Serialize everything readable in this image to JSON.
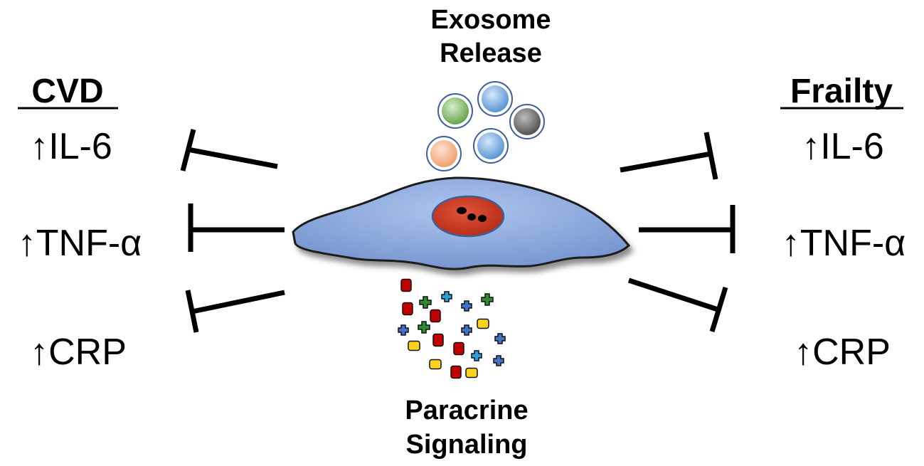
{
  "diagram": {
    "top_label": {
      "line1": "Exosome",
      "line2": "Release"
    },
    "bottom_label": {
      "line1": "Paracrine",
      "line2": "Signaling"
    },
    "left_panel": {
      "heading": "CVD",
      "markers": [
        "↑IL-6",
        "↑TNF-α",
        "↑CRP"
      ]
    },
    "right_panel": {
      "heading": "Frailty",
      "markers": [
        "↑IL-6",
        "↑TNF-α",
        "↑CRP"
      ]
    },
    "colors": {
      "cell": "#7f9fd8",
      "nucleus": "#c8321e",
      "exosome_green": "#6aa84f",
      "exosome_blue": "#5b9bd5",
      "exosome_gray": "#666666",
      "exosome_orange": "#f0a070",
      "particle_red": "#c00000",
      "particle_blue": "#4472c4",
      "particle_green": "#2e8b2e",
      "particle_cyan": "#2aa0d8",
      "particle_yellow": "#ffd21f"
    }
  }
}
